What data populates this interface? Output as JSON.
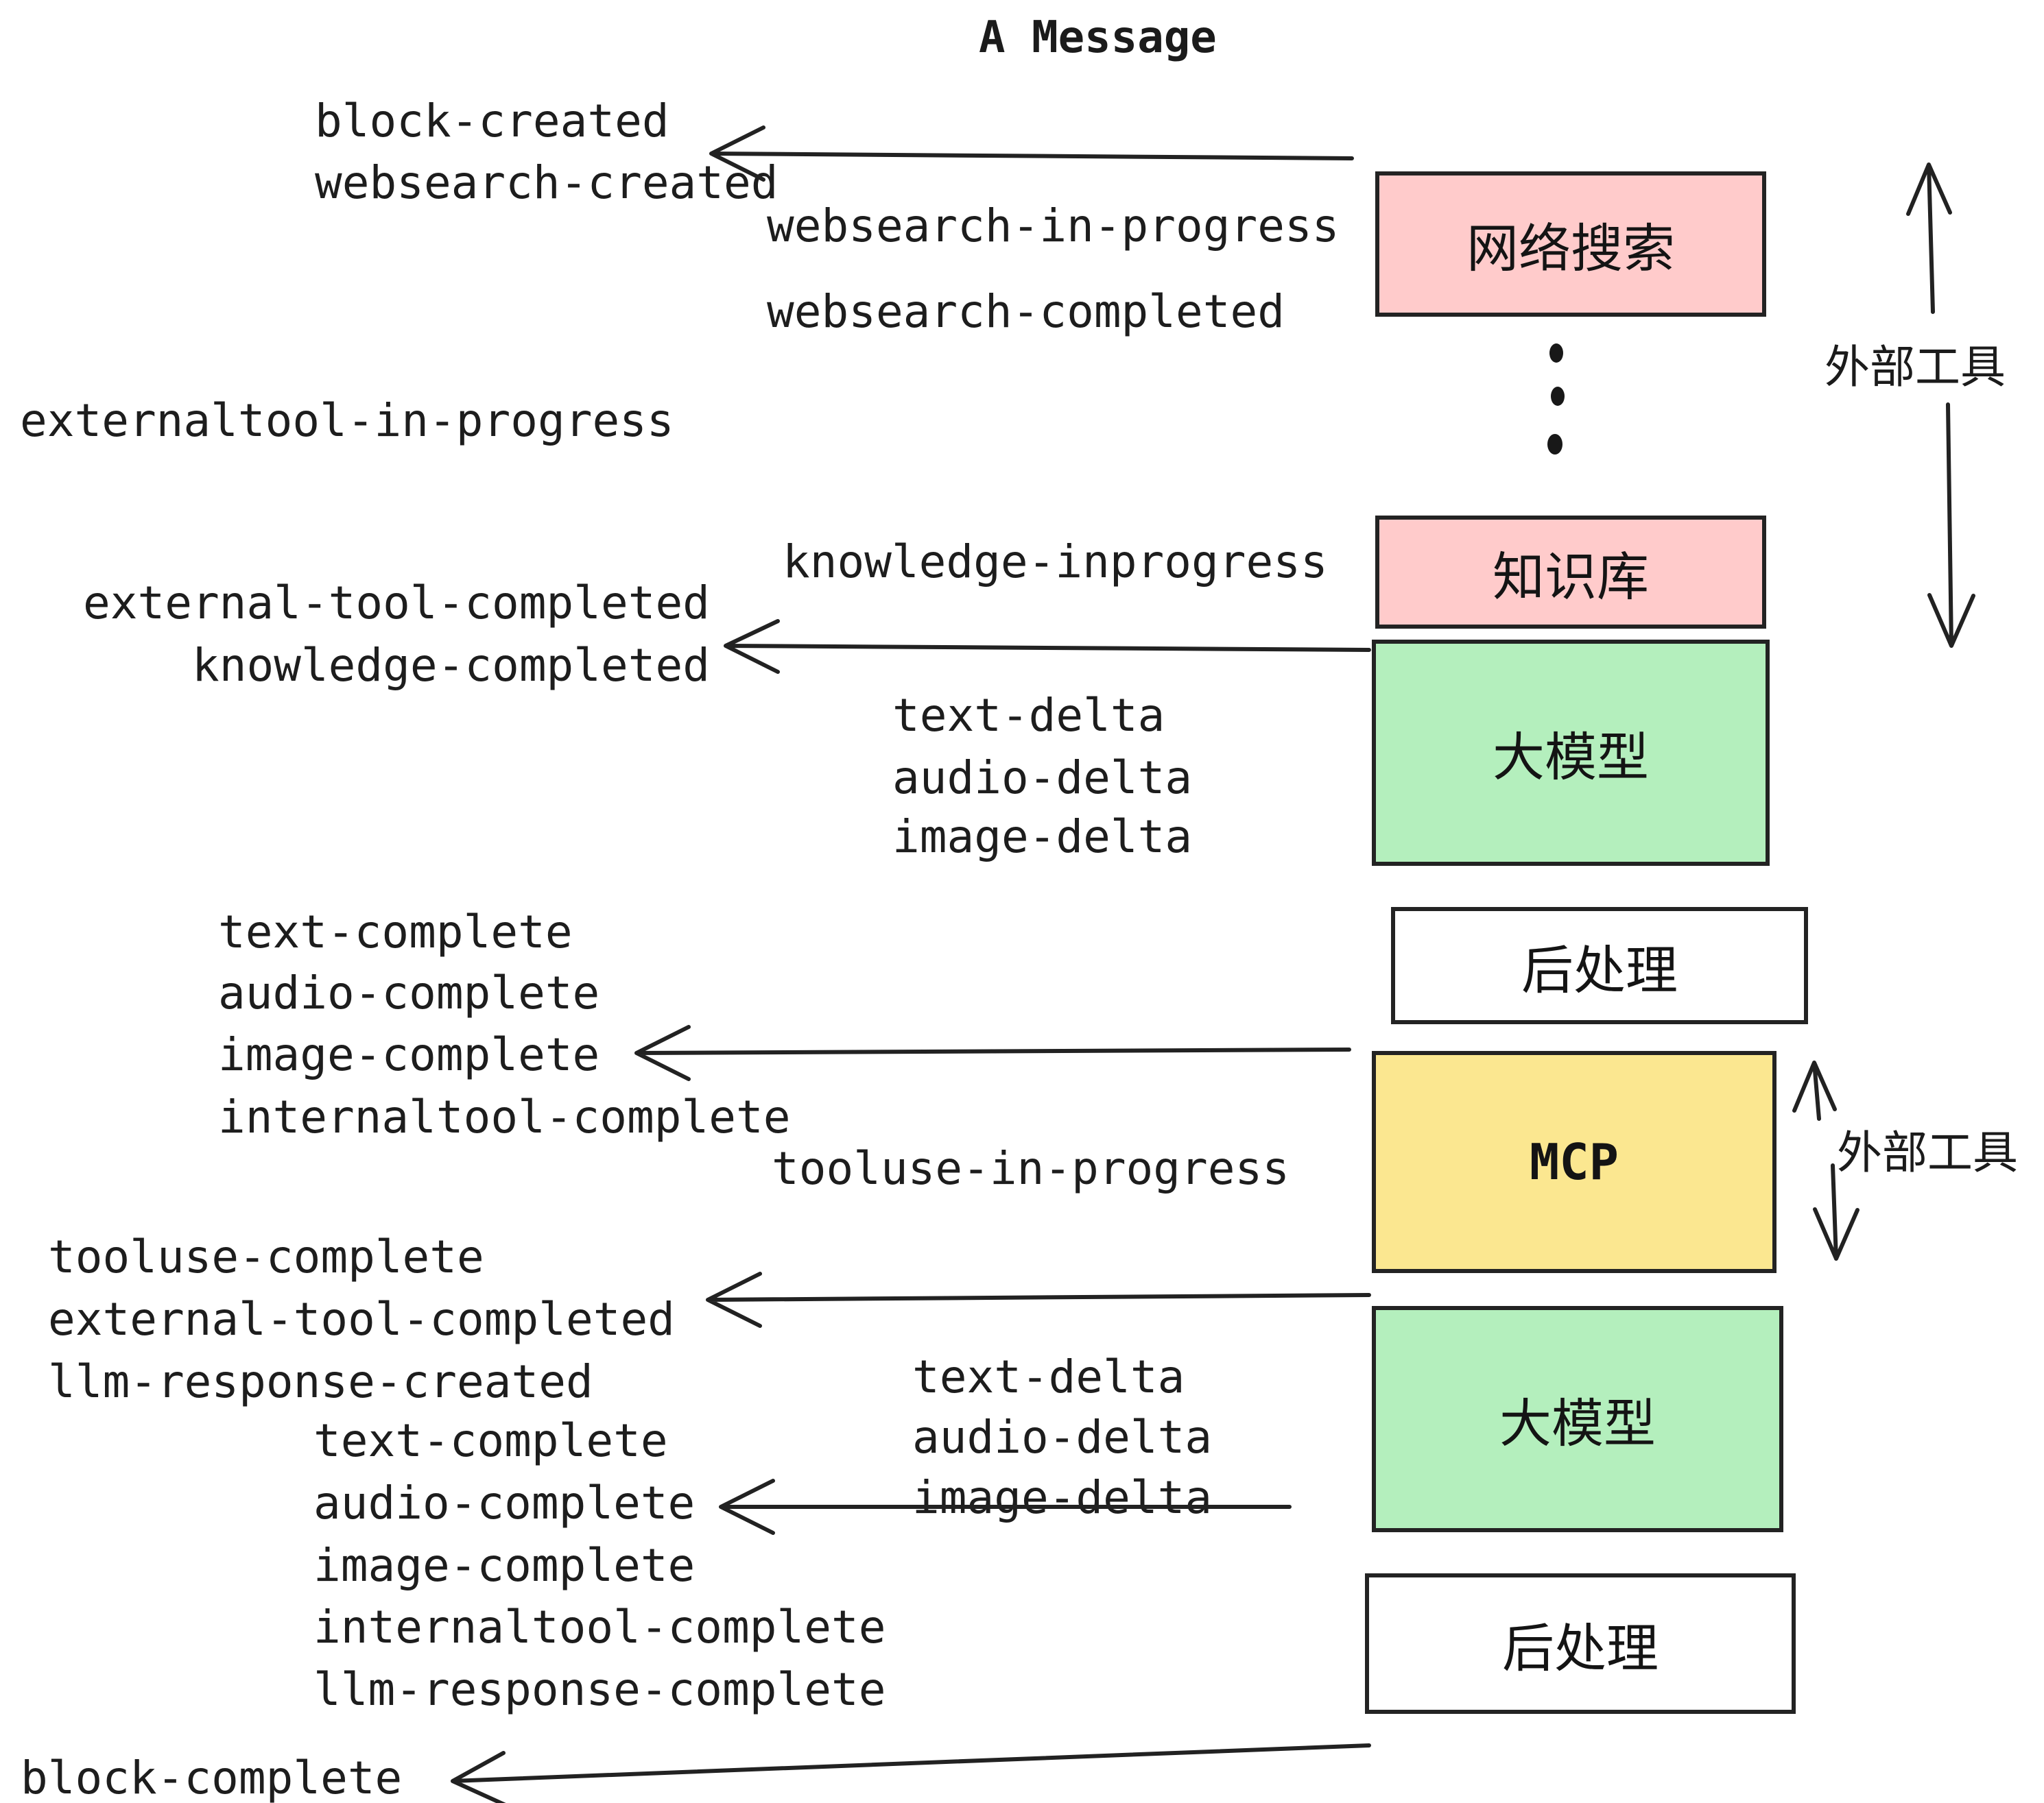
{
  "title": "A Message",
  "events": {
    "block_created": "block-created",
    "websearch_created": "websearch-created",
    "websearch_in_progress": "websearch-in-progress",
    "websearch_completed": "websearch-completed",
    "externaltool_in_progress": "externaltool-in-progress",
    "knowledge_inprogress": "knowledge-inprogress",
    "external_tool_completed": "external-tool-completed",
    "knowledge_completed": "knowledge-completed",
    "text_delta": "text-delta",
    "audio_delta": "audio-delta",
    "image_delta": "image-delta",
    "text_complete": "text-complete",
    "audio_complete": "audio-complete",
    "image_complete": "image-complete",
    "internaltool_complete": "internaltool-complete",
    "tooluse_in_progress": "tooluse-in-progress",
    "tooluse_complete": "tooluse-complete",
    "external_tool_completed_2": "external-tool-completed",
    "llm_response_created": "llm-response-created",
    "text_complete_2": "text-complete",
    "audio_complete_2": "audio-complete",
    "image_complete_2": "image-complete",
    "internaltool_complete_2": "internaltool-complete",
    "llm_response_complete": "llm-response-complete",
    "block_complete": "block-complete"
  },
  "boxes": {
    "websearch": {
      "label": "网络搜索",
      "fill": "#ffcbcb"
    },
    "knowledge": {
      "label": "知识库",
      "fill": "#ffcbcb"
    },
    "llm_1": {
      "label": "大模型",
      "fill": "#b4efbd"
    },
    "post_1": {
      "label": "后处理",
      "fill": "#ffffff"
    },
    "mcp": {
      "label": "MCP",
      "fill": "#fbe790"
    },
    "llm_2": {
      "label": "大模型",
      "fill": "#b4efbd"
    },
    "post_2": {
      "label": "后处理",
      "fill": "#ffffff"
    }
  },
  "annotations": {
    "external_tools_top": "外部工具",
    "external_tools_bottom": "外部工具"
  },
  "colors": {
    "box_pink": "#ffcbcb",
    "box_green": "#b4efbd",
    "box_yellow": "#fbe790",
    "box_border": "#232323",
    "text": "#1d1d1d",
    "arrow": "#222222",
    "background": "#ffffff"
  }
}
